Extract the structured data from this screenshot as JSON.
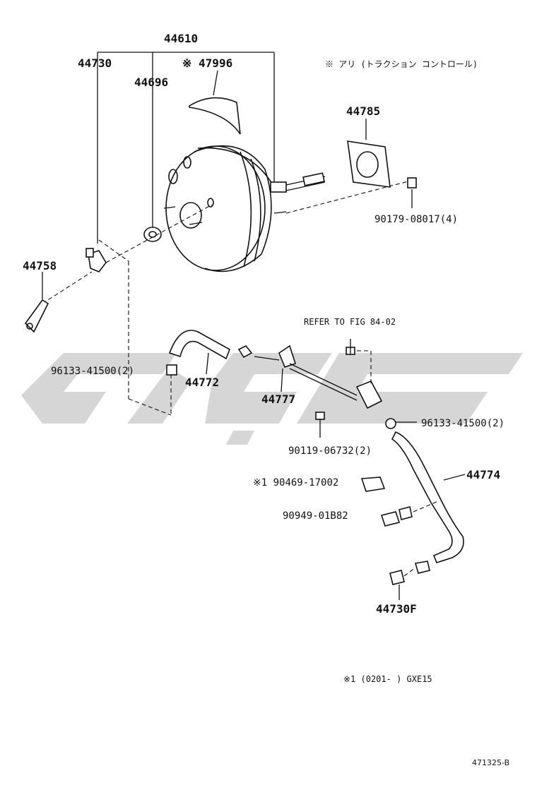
{
  "diagram": {
    "labels": {
      "p44610": "44610",
      "p44730": "44730",
      "p47996": "※ 47996",
      "p44696": "44696",
      "note_traction": "※ アリ (トラクション コントロール)",
      "p44785": "44785",
      "p90179": "90179-08017(4)",
      "p44758": "44758",
      "refer": "REFER TO FIG 84-02",
      "p96133a": "96133-41500(2)",
      "p44772": "44772",
      "p44777": "44777",
      "p96133b": "96133-41500(2)",
      "p90119": "90119-06732(2)",
      "p44774": "44774",
      "p90469": "※1 90469-17002",
      "p90949": "90949-01B82",
      "p44730f": "44730F",
      "footnote": "※1 (0201-      ) GXE15",
      "fig_id": "471325-B"
    },
    "colors": {
      "line": "#111111",
      "watermark": "#d6d6d6",
      "background": "#ffffff"
    }
  }
}
